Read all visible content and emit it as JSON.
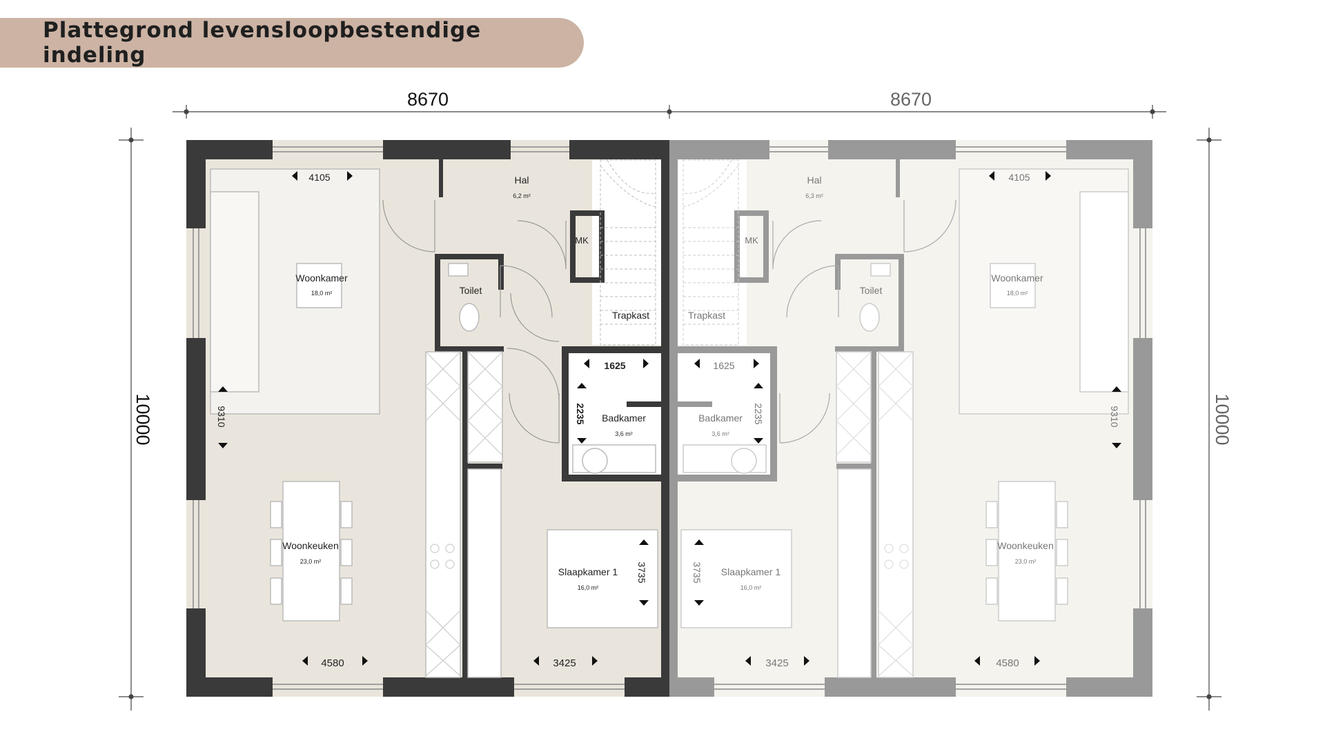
{
  "title": "Plattegrond levensloopbestendige indeling",
  "colors": {
    "banner": "#ccb3a4",
    "floor_left": "#eae5dc",
    "floor_right": "#f5f3ee",
    "wall_left": "#3a3a3a",
    "wall_right": "#999999",
    "text_dark": "#222222",
    "text_light": "#777777"
  },
  "dimensions": {
    "width_left": "8670",
    "width_right": "8670",
    "depth_left": "10000",
    "depth_right": "10000"
  },
  "left_unit": {
    "hal": {
      "name": "Hal",
      "area": "6,2 m²"
    },
    "woonkamer": {
      "name": "Woonkamer",
      "area": "18,0 m²",
      "dim": "4105",
      "depth": "9310"
    },
    "woonkeuken": {
      "name": "Woonkeuken",
      "area": "23,0 m²",
      "dim": "4580"
    },
    "toilet": {
      "name": "Toilet"
    },
    "mk": {
      "name": "MK"
    },
    "trapkast": {
      "name": "Trapkast"
    },
    "badkamer": {
      "name": "Badkamer",
      "area": "3,6 m²",
      "dim_w": "1625",
      "dim_d": "2235"
    },
    "slaapkamer": {
      "name": "Slaapkamer 1",
      "area": "16,0 m²",
      "dim": "3425",
      "depth": "3735"
    }
  },
  "right_unit": {
    "hal": {
      "name": "Hal",
      "area": "6,3 m²"
    },
    "woonkamer": {
      "name": "Woonkamer",
      "area": "18,0 m²",
      "dim": "4105",
      "depth": "9310"
    },
    "woonkeuken": {
      "name": "Woonkeuken",
      "area": "23,0 m²",
      "dim": "4580"
    },
    "toilet": {
      "name": "Toilet"
    },
    "mk": {
      "name": "MK"
    },
    "trapkast": {
      "name": "Trapkast"
    },
    "badkamer": {
      "name": "Badkamer",
      "area": "3,6 m²",
      "dim_w": "1625",
      "dim_d": "2235"
    },
    "slaapkamer": {
      "name": "Slaapkamer 1",
      "area": "16,0 m²",
      "dim": "3425",
      "depth": "3735"
    }
  }
}
